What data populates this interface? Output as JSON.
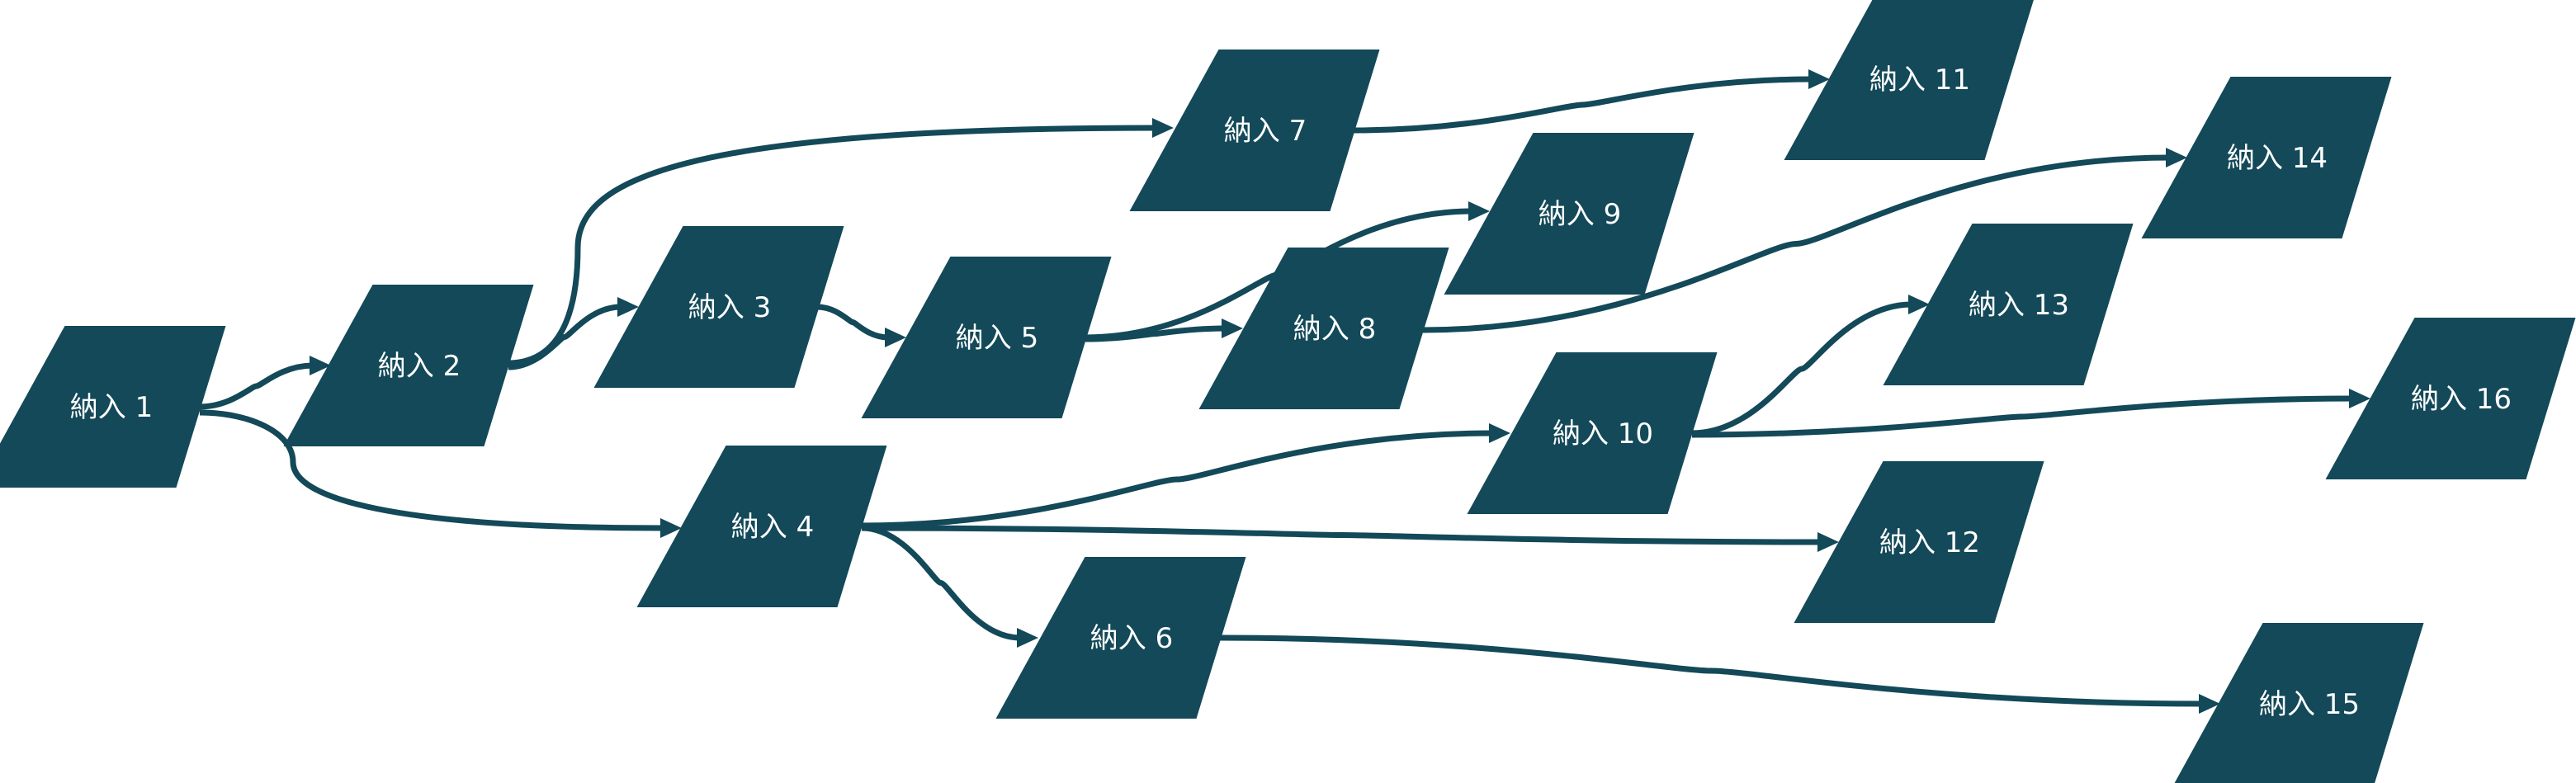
{
  "diagram": {
    "colors": {
      "node_fill": "#134958",
      "node_text": "#ffffff",
      "edge": "#134958",
      "background": "#ffffff"
    },
    "nodes": [
      {
        "id": "n1",
        "label": "納入 1"
      },
      {
        "id": "n2",
        "label": "納入 2"
      },
      {
        "id": "n3",
        "label": "納入 3"
      },
      {
        "id": "n4",
        "label": "納入 4"
      },
      {
        "id": "n5",
        "label": "納入 5"
      },
      {
        "id": "n6",
        "label": "納入 6"
      },
      {
        "id": "n7",
        "label": "納入 7"
      },
      {
        "id": "n8",
        "label": "納入 8"
      },
      {
        "id": "n9",
        "label": "納入 9"
      },
      {
        "id": "n10",
        "label": "納入 10"
      },
      {
        "id": "n11",
        "label": "納入 11"
      },
      {
        "id": "n12",
        "label": "納入 12"
      },
      {
        "id": "n13",
        "label": "納入 13"
      },
      {
        "id": "n14",
        "label": "納入 14"
      },
      {
        "id": "n15",
        "label": "納入 15"
      },
      {
        "id": "n16",
        "label": "納入 16"
      }
    ],
    "edges": [
      {
        "from": "n1",
        "to": "n2"
      },
      {
        "from": "n1",
        "to": "n4"
      },
      {
        "from": "n2",
        "to": "n3"
      },
      {
        "from": "n2",
        "to": "n7"
      },
      {
        "from": "n3",
        "to": "n5"
      },
      {
        "from": "n4",
        "to": "n6"
      },
      {
        "from": "n4",
        "to": "n10"
      },
      {
        "from": "n4",
        "to": "n12"
      },
      {
        "from": "n5",
        "to": "n8"
      },
      {
        "from": "n5",
        "to": "n9"
      },
      {
        "from": "n6",
        "to": "n15"
      },
      {
        "from": "n7",
        "to": "n11"
      },
      {
        "from": "n8",
        "to": "n14"
      },
      {
        "from": "n10",
        "to": "n13"
      },
      {
        "from": "n10",
        "to": "n16"
      }
    ]
  }
}
